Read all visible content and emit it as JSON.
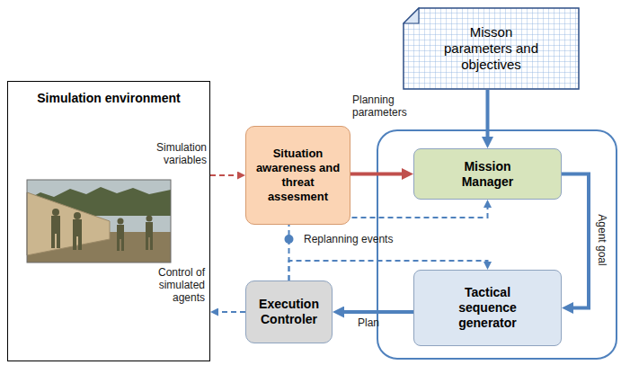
{
  "diagram": {
    "nodes": [
      {
        "text": [
          "Misson parameters and objectives"
        ]
      },
      {
        "text": [
          "Simulation environment"
        ]
      },
      {
        "text": [
          "Situation awareness and threat assesment"
        ]
      },
      {
        "text": [
          "Mission Manager"
        ]
      },
      {
        "text": [
          "Execution Controler"
        ]
      },
      {
        "text": [
          "Tactical sequence generator"
        ]
      }
    ],
    "edges": [
      {
        "from": 1,
        "to": 2,
        "label": "Simulation variables",
        "arrow": "to"
      },
      {
        "from": 2,
        "to": 3,
        "label": "Planning parameters",
        "arrow": "to"
      },
      {
        "from": 0,
        "to": 3,
        "arrow": "to"
      },
      {
        "from": 3,
        "to": 5,
        "label": "Agent goal",
        "arrow": "to"
      },
      {
        "from": 4,
        "to": 3,
        "label": "Replanning events",
        "arrow": "to"
      },
      {
        "from": 4,
        "to": 5,
        "arrow": "to"
      },
      {
        "from": 5,
        "to": 4,
        "label": "Plan",
        "arrow": "to"
      },
      {
        "from": 4,
        "to": 1,
        "label": "Control of simulated agents",
        "arrow": "to"
      }
    ]
  }
}
